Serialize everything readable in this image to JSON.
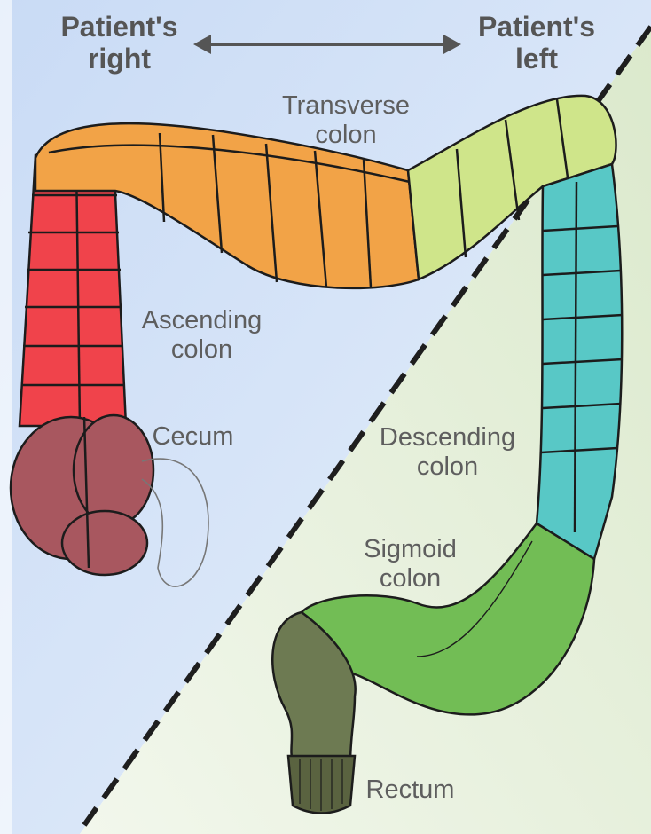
{
  "header": {
    "patient_right": [
      "Patient's",
      "right"
    ],
    "patient_left": [
      "Patient's",
      "left"
    ]
  },
  "labels": {
    "transverse": [
      "Transverse",
      "colon"
    ],
    "ascending": [
      "Ascending",
      "colon"
    ],
    "cecum": "Cecum",
    "descending": [
      "Descending",
      "colon"
    ],
    "sigmoid": [
      "Sigmoid",
      "colon"
    ],
    "rectum": "Rectum"
  },
  "colors": {
    "right_background": "#d3e2f7",
    "left_background": "#e4efd8",
    "ascending": "#f0434b",
    "cecum": "#a8575f",
    "transverse": "#f2a347",
    "transverse_left": "#cfe58a",
    "descending": "#58c8c6",
    "sigmoid": "#72bd55",
    "rectum": "#6d7a52",
    "divider": "#1e1e1e",
    "text": "#5e5e5e"
  }
}
